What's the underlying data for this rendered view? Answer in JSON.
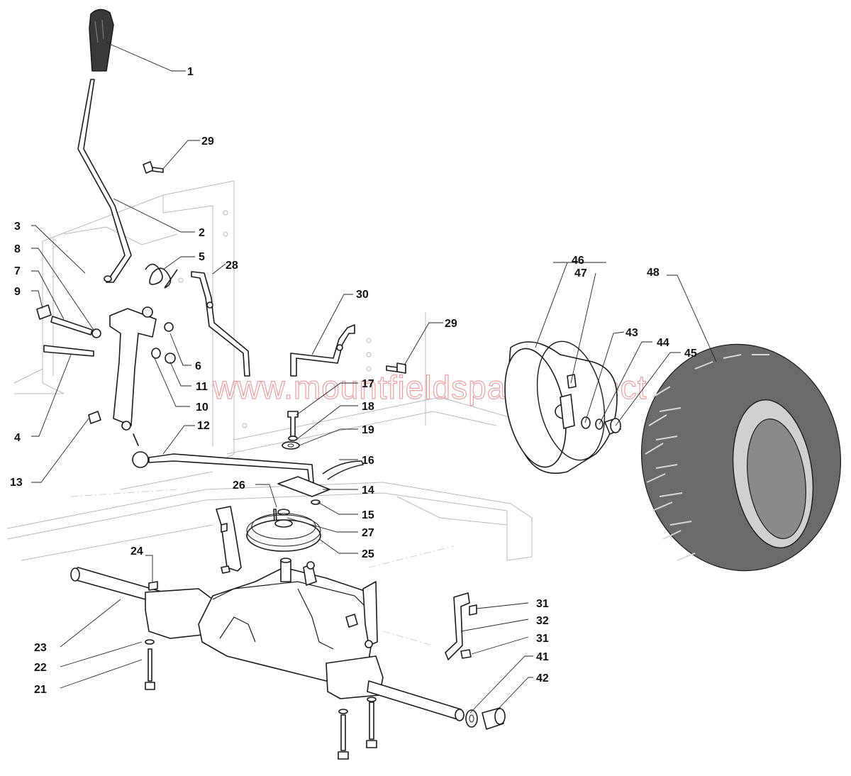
{
  "watermark": "www.mountfieldspares.direct",
  "colors": {
    "line": "#1a1a1a",
    "frame": "#b8b8b8",
    "watermark": "#e8a0a0",
    "tyre": "#6b6b6b",
    "grip": "#3a3a3a"
  },
  "callouts": [
    {
      "label": "1"
    },
    {
      "label": "2"
    },
    {
      "label": "3"
    },
    {
      "label": "4"
    },
    {
      "label": "5"
    },
    {
      "label": "6"
    },
    {
      "label": "7"
    },
    {
      "label": "8"
    },
    {
      "label": "9"
    },
    {
      "label": "10"
    },
    {
      "label": "11"
    },
    {
      "label": "12"
    },
    {
      "label": "13"
    },
    {
      "label": "14"
    },
    {
      "label": "15"
    },
    {
      "label": "16"
    },
    {
      "label": "17"
    },
    {
      "label": "18"
    },
    {
      "label": "19"
    },
    {
      "label": "21"
    },
    {
      "label": "22"
    },
    {
      "label": "23"
    },
    {
      "label": "24"
    },
    {
      "label": "25"
    },
    {
      "label": "26"
    },
    {
      "label": "27"
    },
    {
      "label": "28"
    },
    {
      "label": "29"
    },
    {
      "label": "29"
    },
    {
      "label": "30"
    },
    {
      "label": "31"
    },
    {
      "label": "31"
    },
    {
      "label": "32"
    },
    {
      "label": "41"
    },
    {
      "label": "42"
    },
    {
      "label": "43"
    },
    {
      "label": "44"
    },
    {
      "label": "45"
    },
    {
      "label": "46"
    },
    {
      "label": "47"
    },
    {
      "label": "48"
    }
  ]
}
